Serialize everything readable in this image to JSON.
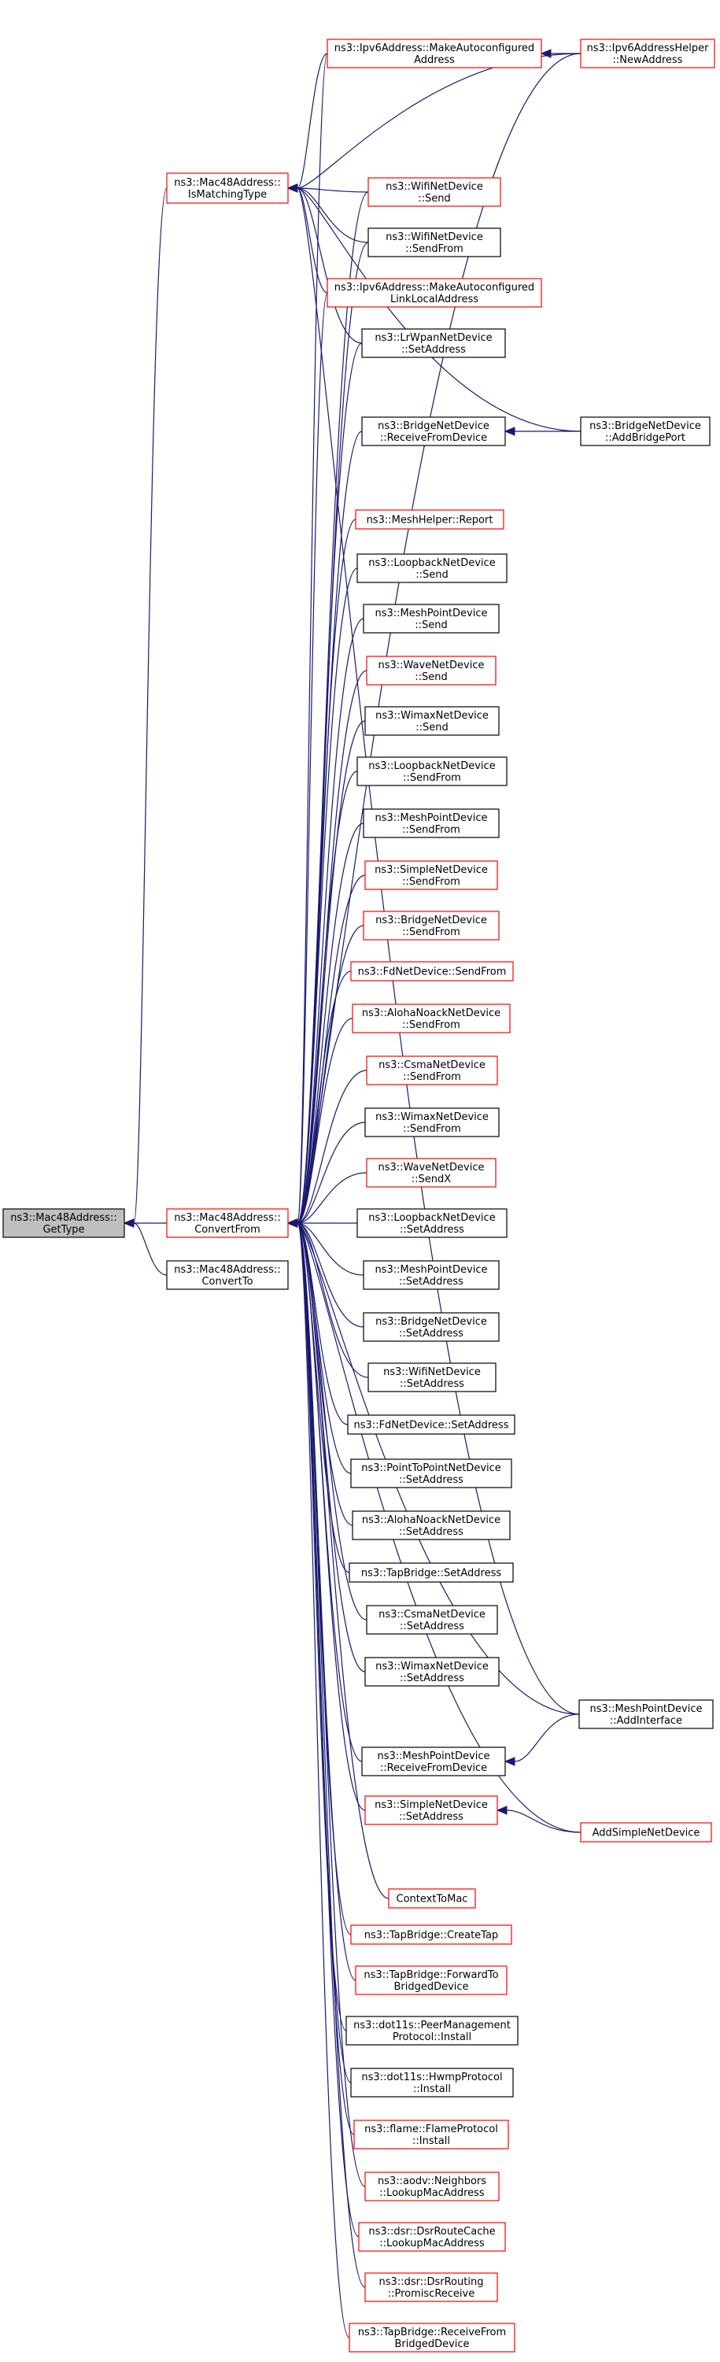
{
  "colors": {
    "edge": "#191970",
    "link_border_red": "#ff0000",
    "link_border_black": "#000000",
    "root_fill": "#bfbfbf"
  },
  "nodes": [
    {
      "id": "root",
      "lines": [
        "ns3::Mac48Address::",
        "GetType"
      ],
      "style": "root"
    },
    {
      "id": "isMatching",
      "lines": [
        "ns3::Mac48Address::",
        "IsMatchingType"
      ],
      "style": "red"
    },
    {
      "id": "convertFrom",
      "lines": [
        "ns3::Mac48Address::",
        "ConvertFrom"
      ],
      "style": "red"
    },
    {
      "id": "convertTo",
      "lines": [
        "ns3::Mac48Address::",
        "ConvertTo"
      ],
      "style": "black"
    },
    {
      "id": "ipv6MakeAuto",
      "lines": [
        "ns3::Ipv6Address::MakeAutoconfigured",
        "Address"
      ],
      "style": "red"
    },
    {
      "id": "ipv6Helper",
      "lines": [
        "ns3::Ipv6AddressHelper",
        "::NewAddress"
      ],
      "style": "red"
    },
    {
      "id": "wifiSend",
      "lines": [
        "ns3::WifiNetDevice",
        "::Send"
      ],
      "style": "red"
    },
    {
      "id": "wifiSendFrom",
      "lines": [
        "ns3::WifiNetDevice",
        "::SendFrom"
      ],
      "style": "black"
    },
    {
      "id": "ipv6MakeLL",
      "lines": [
        "ns3::Ipv6Address::MakeAutoconfigured",
        "LinkLocalAddress"
      ],
      "style": "red"
    },
    {
      "id": "lrwpanSetAddr",
      "lines": [
        "ns3::LrWpanNetDevice",
        "::SetAddress"
      ],
      "style": "black"
    },
    {
      "id": "bridgeRecv",
      "lines": [
        "ns3::BridgeNetDevice",
        "::ReceiveFromDevice"
      ],
      "style": "black"
    },
    {
      "id": "bridgeAddPort",
      "lines": [
        "ns3::BridgeNetDevice",
        "::AddBridgePort"
      ],
      "style": "black"
    },
    {
      "id": "meshHelperReport",
      "lines": [
        "ns3::MeshHelper::Report"
      ],
      "style": "red"
    },
    {
      "id": "loopbackSend",
      "lines": [
        "ns3::LoopbackNetDevice",
        "::Send"
      ],
      "style": "black"
    },
    {
      "id": "meshPointSend",
      "lines": [
        "ns3::MeshPointDevice",
        "::Send"
      ],
      "style": "black"
    },
    {
      "id": "waveSend",
      "lines": [
        "ns3::WaveNetDevice",
        "::Send"
      ],
      "style": "red"
    },
    {
      "id": "wimaxSend",
      "lines": [
        "ns3::WimaxNetDevice",
        "::Send"
      ],
      "style": "black"
    },
    {
      "id": "loopbackSendFrom",
      "lines": [
        "ns3::LoopbackNetDevice",
        "::SendFrom"
      ],
      "style": "black"
    },
    {
      "id": "meshPointSendFrom",
      "lines": [
        "ns3::MeshPointDevice",
        "::SendFrom"
      ],
      "style": "black"
    },
    {
      "id": "simpleSendFrom",
      "lines": [
        "ns3::SimpleNetDevice",
        "::SendFrom"
      ],
      "style": "red"
    },
    {
      "id": "bridgeSendFrom",
      "lines": [
        "ns3::BridgeNetDevice",
        "::SendFrom"
      ],
      "style": "red"
    },
    {
      "id": "fdSendFrom",
      "lines": [
        "ns3::FdNetDevice::SendFrom"
      ],
      "style": "red"
    },
    {
      "id": "alohaSendFrom",
      "lines": [
        "ns3::AlohaNoackNetDevice",
        "::SendFrom"
      ],
      "style": "red"
    },
    {
      "id": "csmaSendFrom",
      "lines": [
        "ns3::CsmaNetDevice",
        "::SendFrom"
      ],
      "style": "red"
    },
    {
      "id": "wimaxSendFrom",
      "lines": [
        "ns3::WimaxNetDevice",
        "::SendFrom"
      ],
      "style": "black"
    },
    {
      "id": "waveSendX",
      "lines": [
        "ns3::WaveNetDevice",
        "::SendX"
      ],
      "style": "red"
    },
    {
      "id": "loopbackSetAddr",
      "lines": [
        "ns3::LoopbackNetDevice",
        "::SetAddress"
      ],
      "style": "black"
    },
    {
      "id": "meshPointSetAddr",
      "lines": [
        "ns3::MeshPointDevice",
        "::SetAddress"
      ],
      "style": "black"
    },
    {
      "id": "bridgeSetAddr",
      "lines": [
        "ns3::BridgeNetDevice",
        "::SetAddress"
      ],
      "style": "black"
    },
    {
      "id": "wifiSetAddr",
      "lines": [
        "ns3::WifiNetDevice",
        "::SetAddress"
      ],
      "style": "black"
    },
    {
      "id": "fdSetAddr",
      "lines": [
        "ns3::FdNetDevice::SetAddress"
      ],
      "style": "black"
    },
    {
      "id": "p2pSetAddr",
      "lines": [
        "ns3::PointToPointNetDevice",
        "::SetAddress"
      ],
      "style": "black"
    },
    {
      "id": "alohaSetAddr",
      "lines": [
        "ns3::AlohaNoackNetDevice",
        "::SetAddress"
      ],
      "style": "black"
    },
    {
      "id": "tapSetAddr",
      "lines": [
        "ns3::TapBridge::SetAddress"
      ],
      "style": "black"
    },
    {
      "id": "csmaSetAddr",
      "lines": [
        "ns3::CsmaNetDevice",
        "::SetAddress"
      ],
      "style": "black"
    },
    {
      "id": "wimaxSetAddr",
      "lines": [
        "ns3::WimaxNetDevice",
        "::SetAddress"
      ],
      "style": "black"
    },
    {
      "id": "meshPointAddIf",
      "lines": [
        "ns3::MeshPointDevice",
        "::AddInterface"
      ],
      "style": "black"
    },
    {
      "id": "meshPointRecv",
      "lines": [
        "ns3::MeshPointDevice",
        "::ReceiveFromDevice"
      ],
      "style": "black"
    },
    {
      "id": "simpleSetAddr",
      "lines": [
        "ns3::SimpleNetDevice",
        "::SetAddress"
      ],
      "style": "red"
    },
    {
      "id": "addSimple",
      "lines": [
        "AddSimpleNetDevice"
      ],
      "style": "red"
    },
    {
      "id": "contextToMac",
      "lines": [
        "ContextToMac"
      ],
      "style": "red"
    },
    {
      "id": "tapCreate",
      "lines": [
        "ns3::TapBridge::CreateTap"
      ],
      "style": "red"
    },
    {
      "id": "tapForward",
      "lines": [
        "ns3::TapBridge::ForwardTo",
        "BridgedDevice"
      ],
      "style": "red"
    },
    {
      "id": "peerMgmt",
      "lines": [
        "ns3::dot11s::PeerManagement",
        "Protocol::Install"
      ],
      "style": "black"
    },
    {
      "id": "hwmp",
      "lines": [
        "ns3::dot11s::HwmpProtocol",
        "::Install"
      ],
      "style": "black"
    },
    {
      "id": "flame",
      "lines": [
        "ns3::flame::FlameProtocol",
        "::Install"
      ],
      "style": "red"
    },
    {
      "id": "aodv",
      "lines": [
        "ns3::aodv::Neighbors",
        "::LookupMacAddress"
      ],
      "style": "red"
    },
    {
      "id": "dsrCache",
      "lines": [
        "ns3::dsr::DsrRouteCache",
        "::LookupMacAddress"
      ],
      "style": "red"
    },
    {
      "id": "dsrRouting",
      "lines": [
        "ns3::dsr::DsrRouting",
        "::PromiscReceive"
      ],
      "style": "red"
    },
    {
      "id": "tapRecv",
      "lines": [
        "ns3::TapBridge::ReceiveFrom",
        "BridgedDevice"
      ],
      "style": "red"
    }
  ],
  "edges": [
    {
      "from": "isMatching",
      "to": "root"
    },
    {
      "from": "convertFrom",
      "to": "root"
    },
    {
      "from": "convertTo",
      "to": "root"
    },
    {
      "from": "ipv6MakeAuto",
      "to": "isMatching"
    },
    {
      "from": "ipv6Helper",
      "to": "isMatching"
    },
    {
      "from": "wifiSend",
      "to": "isMatching"
    },
    {
      "from": "wifiSendFrom",
      "to": "isMatching"
    },
    {
      "from": "ipv6MakeLL",
      "to": "isMatching"
    },
    {
      "from": "lrwpanSetAddr",
      "to": "isMatching"
    },
    {
      "from": "bridgeAddPort",
      "to": "isMatching"
    },
    {
      "from": "meshPointAddIf",
      "to": "isMatching"
    },
    {
      "from": "ipv6Helper",
      "to": "ipv6MakeAuto"
    },
    {
      "from": "bridgeAddPort",
      "to": "bridgeRecv"
    },
    {
      "from": "meshPointAddIf",
      "to": "meshPointRecv"
    },
    {
      "from": "addSimple",
      "to": "simpleSetAddr"
    },
    {
      "from": "ipv6MakeAuto",
      "to": "convertFrom"
    },
    {
      "from": "ipv6Helper",
      "to": "convertFrom"
    },
    {
      "from": "wifiSend",
      "to": "convertFrom"
    },
    {
      "from": "wifiSendFrom",
      "to": "convertFrom"
    },
    {
      "from": "ipv6MakeLL",
      "to": "convertFrom"
    },
    {
      "from": "lrwpanSetAddr",
      "to": "convertFrom"
    },
    {
      "from": "bridgeRecv",
      "to": "convertFrom"
    },
    {
      "from": "meshHelperReport",
      "to": "convertFrom"
    },
    {
      "from": "loopbackSend",
      "to": "convertFrom"
    },
    {
      "from": "meshPointSend",
      "to": "convertFrom"
    },
    {
      "from": "waveSend",
      "to": "convertFrom"
    },
    {
      "from": "wimaxSend",
      "to": "convertFrom"
    },
    {
      "from": "loopbackSendFrom",
      "to": "convertFrom"
    },
    {
      "from": "meshPointSendFrom",
      "to": "convertFrom"
    },
    {
      "from": "simpleSendFrom",
      "to": "convertFrom"
    },
    {
      "from": "bridgeSendFrom",
      "to": "convertFrom"
    },
    {
      "from": "fdSendFrom",
      "to": "convertFrom"
    },
    {
      "from": "alohaSendFrom",
      "to": "convertFrom"
    },
    {
      "from": "csmaSendFrom",
      "to": "convertFrom"
    },
    {
      "from": "wimaxSendFrom",
      "to": "convertFrom"
    },
    {
      "from": "waveSendX",
      "to": "convertFrom"
    },
    {
      "from": "loopbackSetAddr",
      "to": "convertFrom"
    },
    {
      "from": "meshPointSetAddr",
      "to": "convertFrom"
    },
    {
      "from": "bridgeSetAddr",
      "to": "convertFrom"
    },
    {
      "from": "wifiSetAddr",
      "to": "convertFrom"
    },
    {
      "from": "fdSetAddr",
      "to": "convertFrom"
    },
    {
      "from": "p2pSetAddr",
      "to": "convertFrom"
    },
    {
      "from": "alohaSetAddr",
      "to": "convertFrom"
    },
    {
      "from": "tapSetAddr",
      "to": "convertFrom"
    },
    {
      "from": "csmaSetAddr",
      "to": "convertFrom"
    },
    {
      "from": "wimaxSetAddr",
      "to": "convertFrom"
    },
    {
      "from": "meshPointAddIf",
      "to": "convertFrom"
    },
    {
      "from": "meshPointRecv",
      "to": "convertFrom"
    },
    {
      "from": "simpleSetAddr",
      "to": "convertFrom"
    },
    {
      "from": "addSimple",
      "to": "convertFrom"
    },
    {
      "from": "contextToMac",
      "to": "convertFrom"
    },
    {
      "from": "tapCreate",
      "to": "convertFrom"
    },
    {
      "from": "tapForward",
      "to": "convertFrom"
    },
    {
      "from": "peerMgmt",
      "to": "convertFrom"
    },
    {
      "from": "hwmp",
      "to": "convertFrom"
    },
    {
      "from": "flame",
      "to": "convertFrom"
    },
    {
      "from": "aodv",
      "to": "convertFrom"
    },
    {
      "from": "dsrCache",
      "to": "convertFrom"
    },
    {
      "from": "dsrRouting",
      "to": "convertFrom"
    },
    {
      "from": "tapRecv",
      "to": "convertFrom"
    }
  ]
}
